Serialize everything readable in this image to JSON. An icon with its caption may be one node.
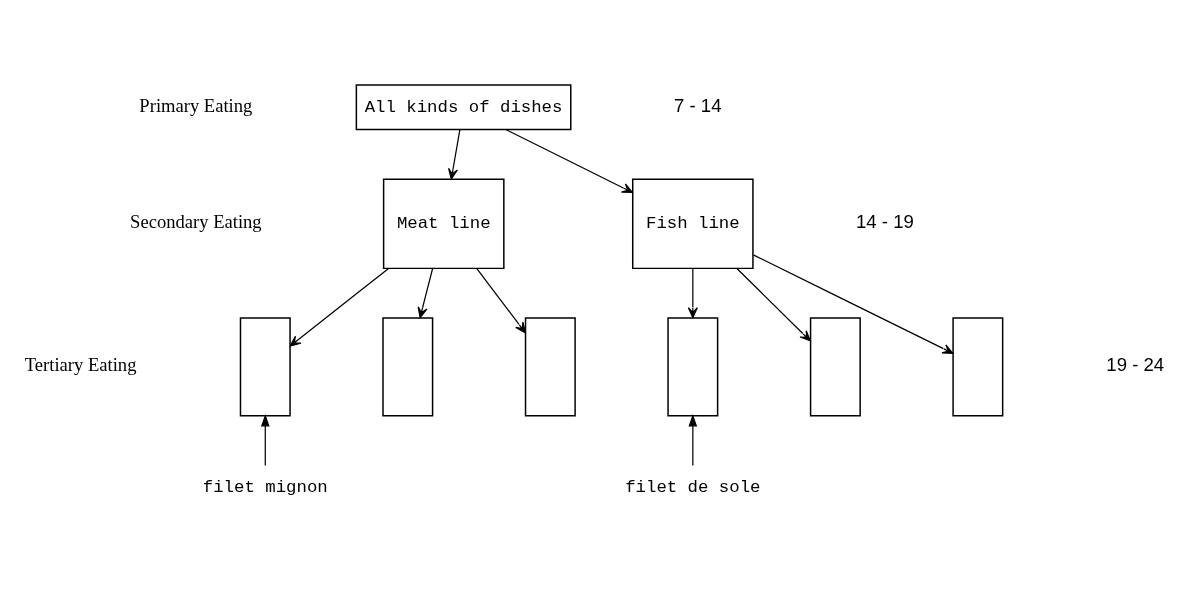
{
  "diagram": {
    "nodes": [
      {
        "text": [
          "All kinds of dishes"
        ]
      },
      {
        "text": [
          "Meat line"
        ]
      },
      {
        "text": [
          "Fish line"
        ]
      },
      {
        "text": [],
        "shape": "box"
      },
      {
        "text": [],
        "shape": "box"
      },
      {
        "text": [],
        "shape": "box"
      },
      {
        "text": [],
        "shape": "box"
      },
      {
        "text": [],
        "shape": "box"
      },
      {
        "text": [],
        "shape": "box"
      },
      {
        "text": [
          "filet mignon"
        ]
      },
      {
        "text": [
          "filet de sole"
        ]
      }
    ],
    "edges": [
      {
        "from": 0,
        "to": 1,
        "arrow": "to"
      },
      {
        "from": 0,
        "to": 2,
        "arrow": "to"
      },
      {
        "from": 1,
        "to": 3,
        "arrow": "to"
      },
      {
        "from": 1,
        "to": 4,
        "arrow": "to"
      },
      {
        "from": 1,
        "to": 5,
        "arrow": "to"
      },
      {
        "from": 2,
        "to": 6,
        "arrow": "to"
      },
      {
        "from": 2,
        "to": 7,
        "arrow": "to"
      },
      {
        "from": 2,
        "to": 8,
        "arrow": "to"
      },
      {
        "from": 9,
        "to": 3,
        "arrow": "to"
      },
      {
        "from": 10,
        "to": 6,
        "arrow": "to"
      }
    ],
    "labels": [
      "Primary Eating",
      "7 - 14",
      "Secondary Eating",
      "14 - 19",
      "Tertiary Eating",
      "19 - 24"
    ]
  }
}
